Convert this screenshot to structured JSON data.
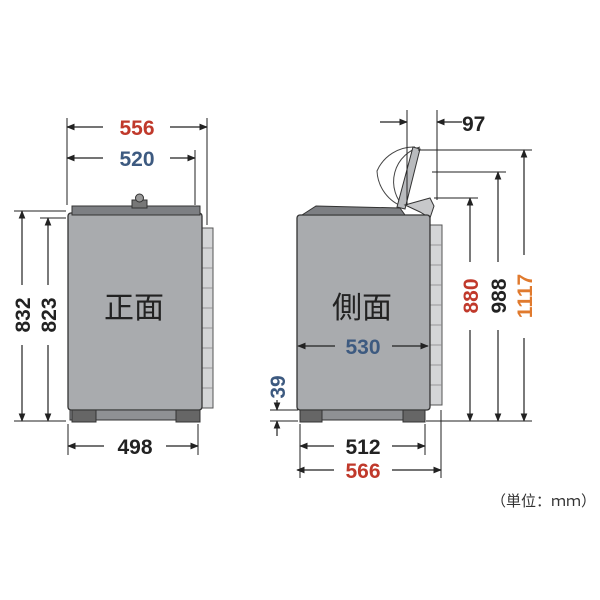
{
  "views": {
    "front_label": "正面",
    "side_label": "側面"
  },
  "unit_note": "（単位：ｍｍ）",
  "dimensions": {
    "front_width_total": "556",
    "front_width_body": "520",
    "front_height_total": "832",
    "front_height_body": "823",
    "front_base_width": "498",
    "side_top_offset": "97",
    "side_width_body": "530",
    "side_height_880": "880",
    "side_height_988": "988",
    "side_height_1117": "1117",
    "side_foot_height": "39",
    "side_base_width": "512",
    "side_width_total": "566"
  },
  "colors": {
    "red": "#c0392b",
    "blue": "#3d5a80",
    "orange": "#e07a2e",
    "black": "#222222",
    "body_fill": "#a9abae",
    "panel_fill": "#d4d5d7"
  }
}
